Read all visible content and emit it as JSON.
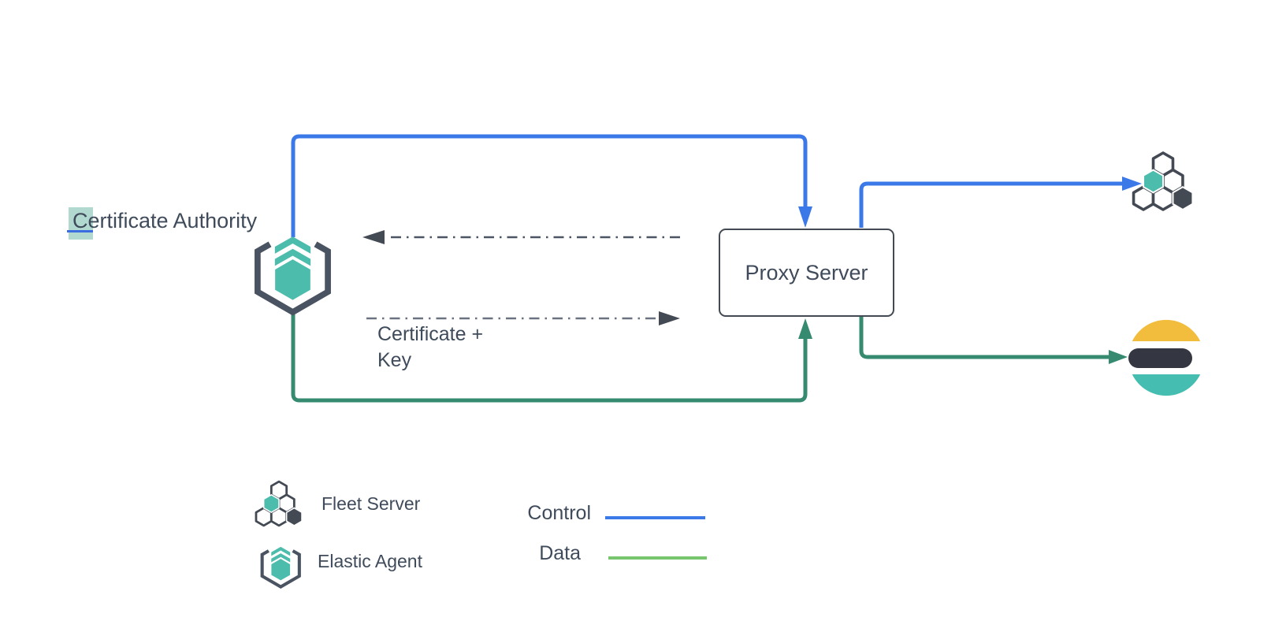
{
  "page": {
    "background": "#ffffff"
  },
  "diagram": {
    "nodes": {
      "certificate_authority": {
        "label": "Certificate Authority",
        "selected": true
      },
      "proxy_server": {
        "label": "Proxy Server"
      },
      "fleet_server": {
        "icon": "fleet-server-icon"
      },
      "elastic_agent": {
        "icon": "elastic-agent-icon"
      },
      "elasticsearch": {
        "icon": "elasticsearch-logo"
      }
    },
    "edge_labels": {
      "certificate_key": "Certificate +\nKey"
    },
    "legend": {
      "items": [
        {
          "icon": "fleet-server-icon",
          "label": "Fleet Server"
        },
        {
          "icon": "elastic-agent-icon",
          "label": "Elastic Agent"
        }
      ],
      "flows": [
        {
          "label": "Control",
          "color": "#3b78e8"
        },
        {
          "label": "Data",
          "color": "#77c66d"
        }
      ]
    },
    "colors": {
      "control_blue": "#3b78e8",
      "data_green": "#368a70",
      "legend_data_green": "#77c66d",
      "dashed_gray": "#4b5563",
      "teal": "#4cbcac",
      "slate": "#434a54",
      "text": "#3f4b5b",
      "es_yellow": "#f2bc3c",
      "es_dark": "#343741",
      "es_teal": "#45bdb0",
      "selection_highlight": "#b2d9cf",
      "selection_caret": "#3b6ce0"
    }
  }
}
